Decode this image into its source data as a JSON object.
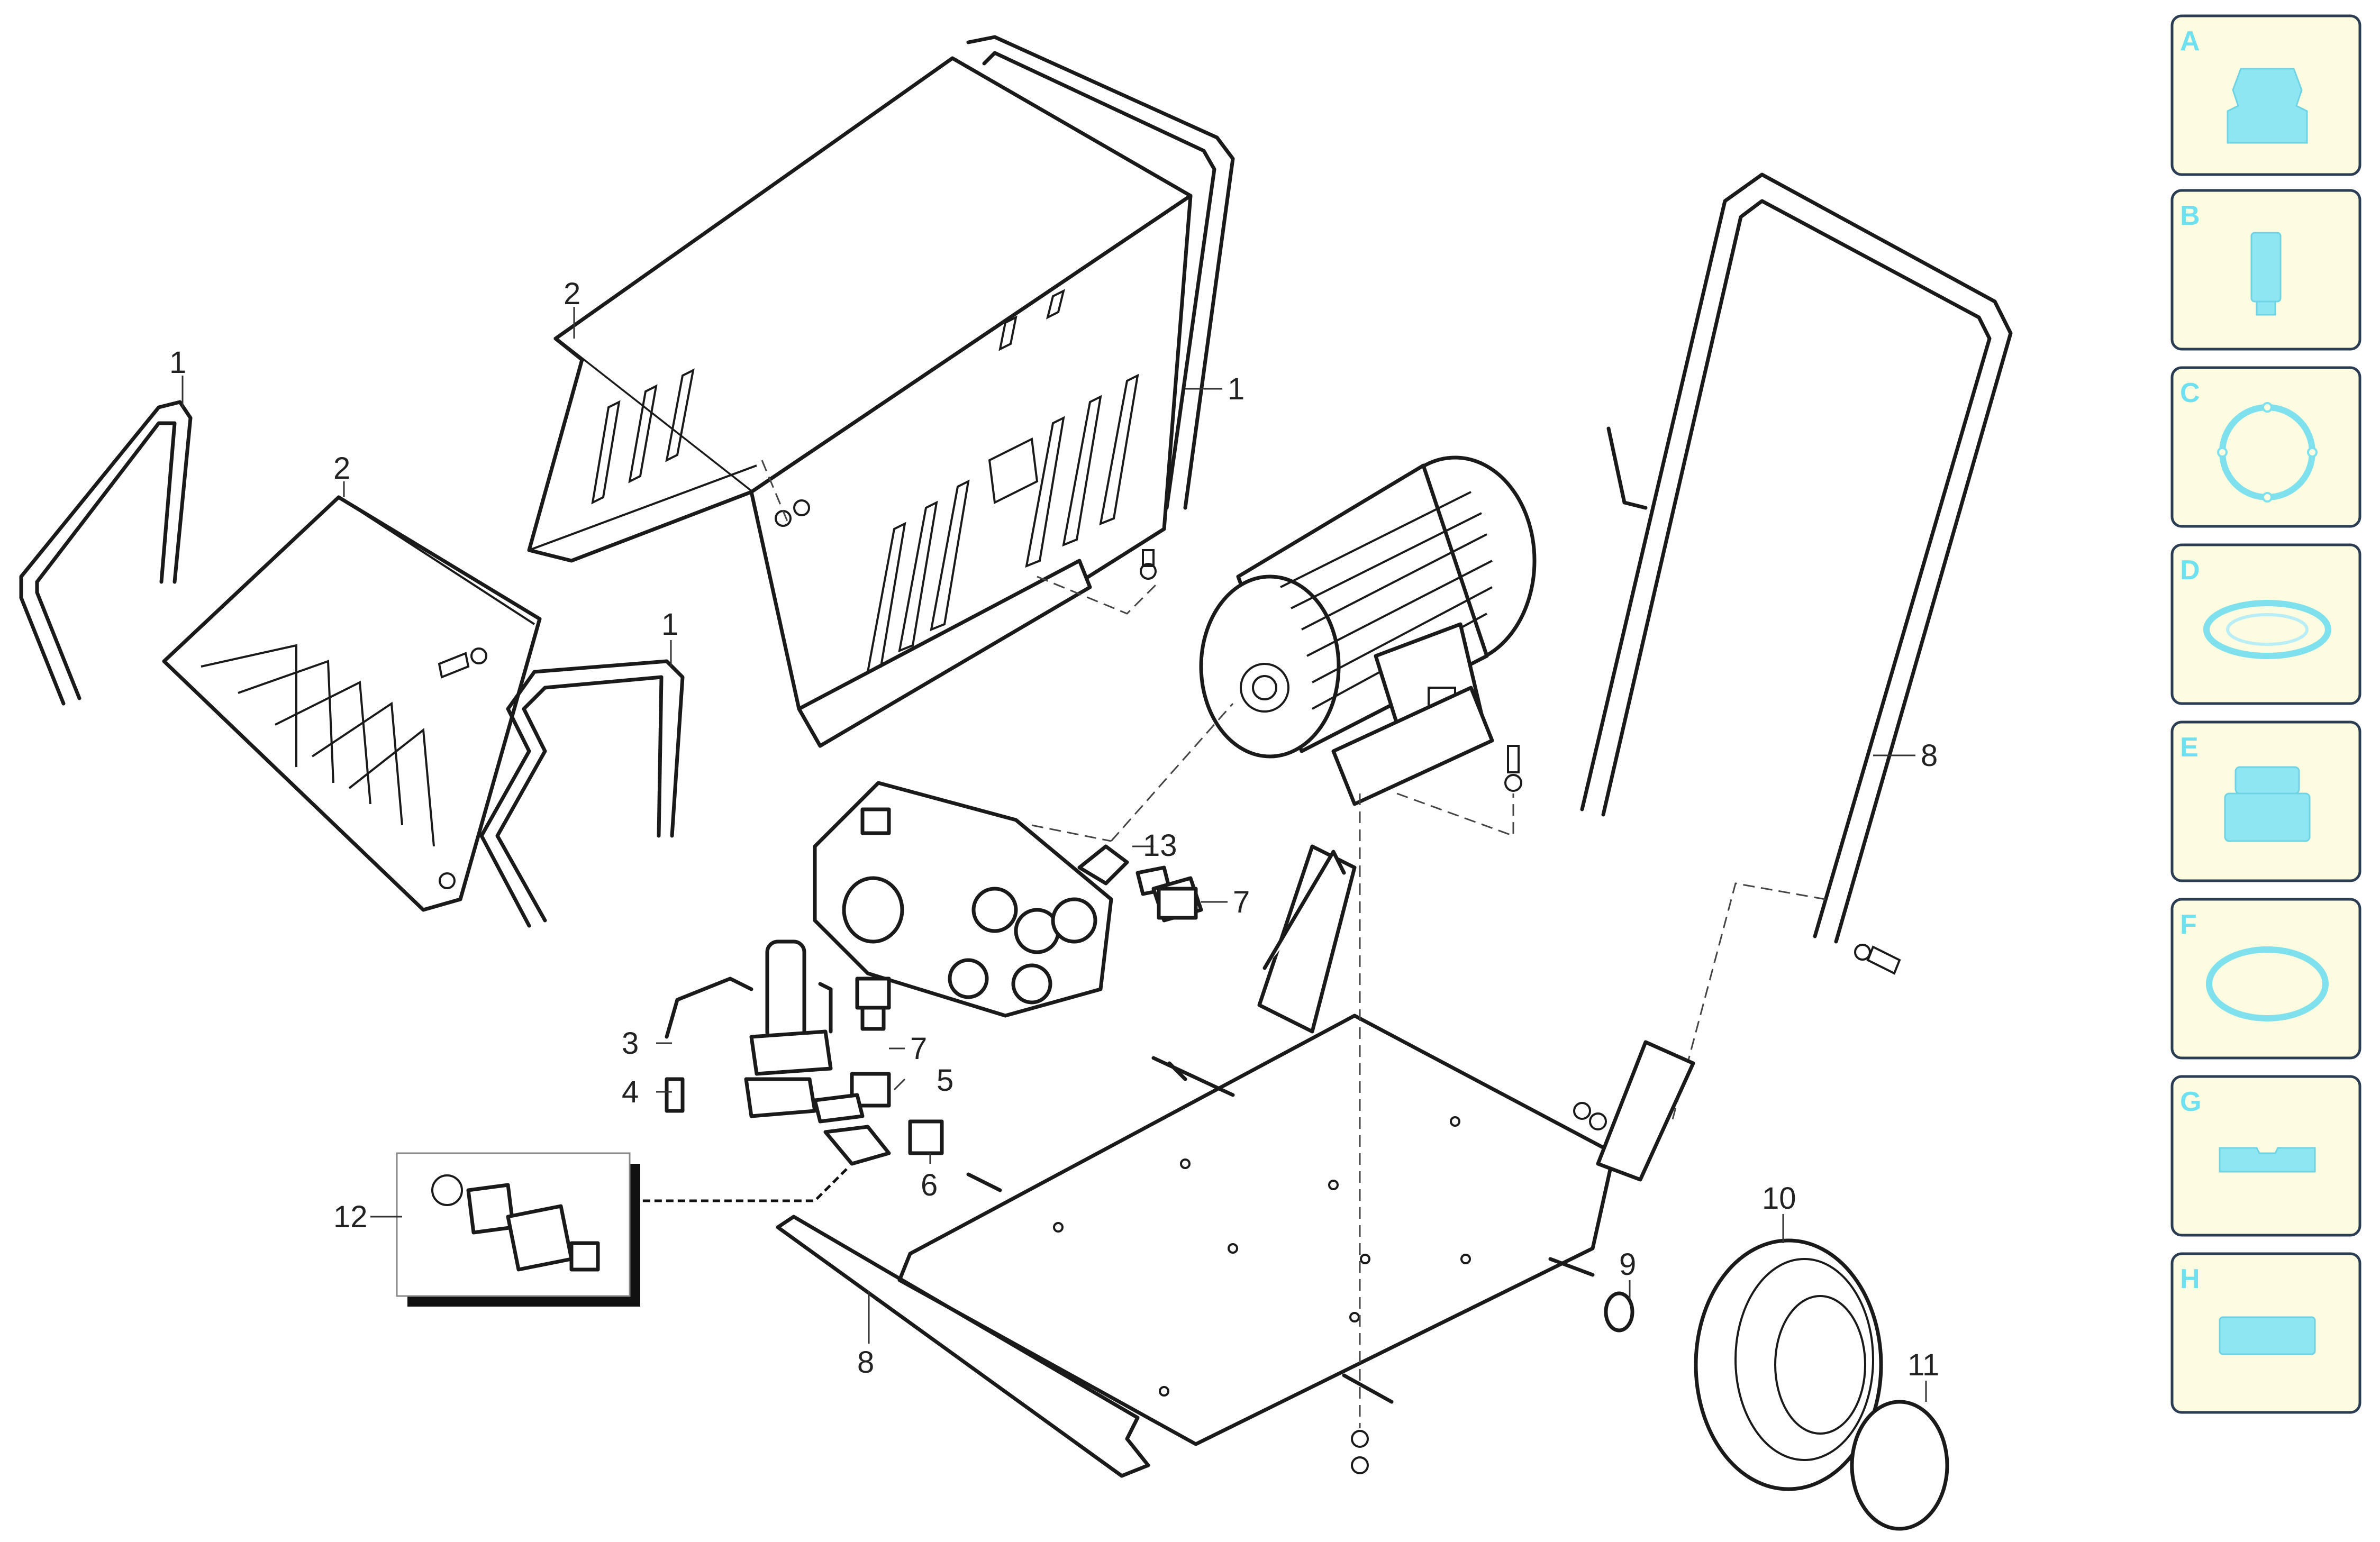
{
  "diagram": {
    "callouts": {
      "c1a": "1",
      "c1b": "1",
      "c1c": "1",
      "c2a": "2",
      "c2b": "2",
      "c3": "3",
      "c4": "4",
      "c5": "5",
      "c6": "6",
      "c7a": "7",
      "c7b": "7",
      "c8a": "8",
      "c8b": "8",
      "c9": "9",
      "c10": "10",
      "c11": "11",
      "c12": "12",
      "c13": "13"
    }
  },
  "sidebar": {
    "tabs": [
      {
        "letter": "A",
        "icon": "nozzle-icon"
      },
      {
        "letter": "B",
        "icon": "lance-icon"
      },
      {
        "letter": "C",
        "icon": "gasket-ring-icon"
      },
      {
        "letter": "D",
        "icon": "oil-seal-icon"
      },
      {
        "letter": "E",
        "icon": "stepped-seal-icon"
      },
      {
        "letter": "F",
        "icon": "o-ring-icon"
      },
      {
        "letter": "G",
        "icon": "flat-pad-icon"
      },
      {
        "letter": "H",
        "icon": "block-pad-icon"
      }
    ],
    "accent": "#7fe0ee",
    "tab_background": "#fdfbe0",
    "tab_border": "#2b3d52"
  }
}
